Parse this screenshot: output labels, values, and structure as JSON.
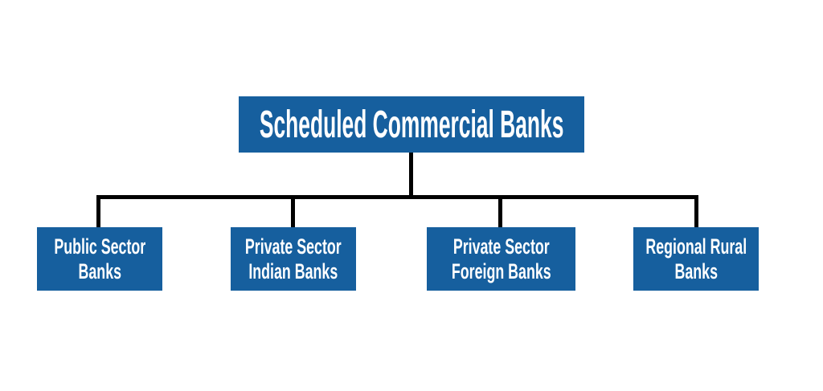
{
  "diagram": {
    "type": "org-chart",
    "root": {
      "label": "Scheduled Commercial Banks"
    },
    "children": [
      {
        "label": "Public Sector\nBanks"
      },
      {
        "label": "Private Sector\nIndian Banks"
      },
      {
        "label": "Private Sector\nForeign Banks"
      },
      {
        "label": "Regional Rural\nBanks"
      }
    ],
    "colors": {
      "box_fill": "#165f9e",
      "box_text": "#ffffff",
      "connector": "#000000",
      "background": "#ffffff"
    }
  }
}
